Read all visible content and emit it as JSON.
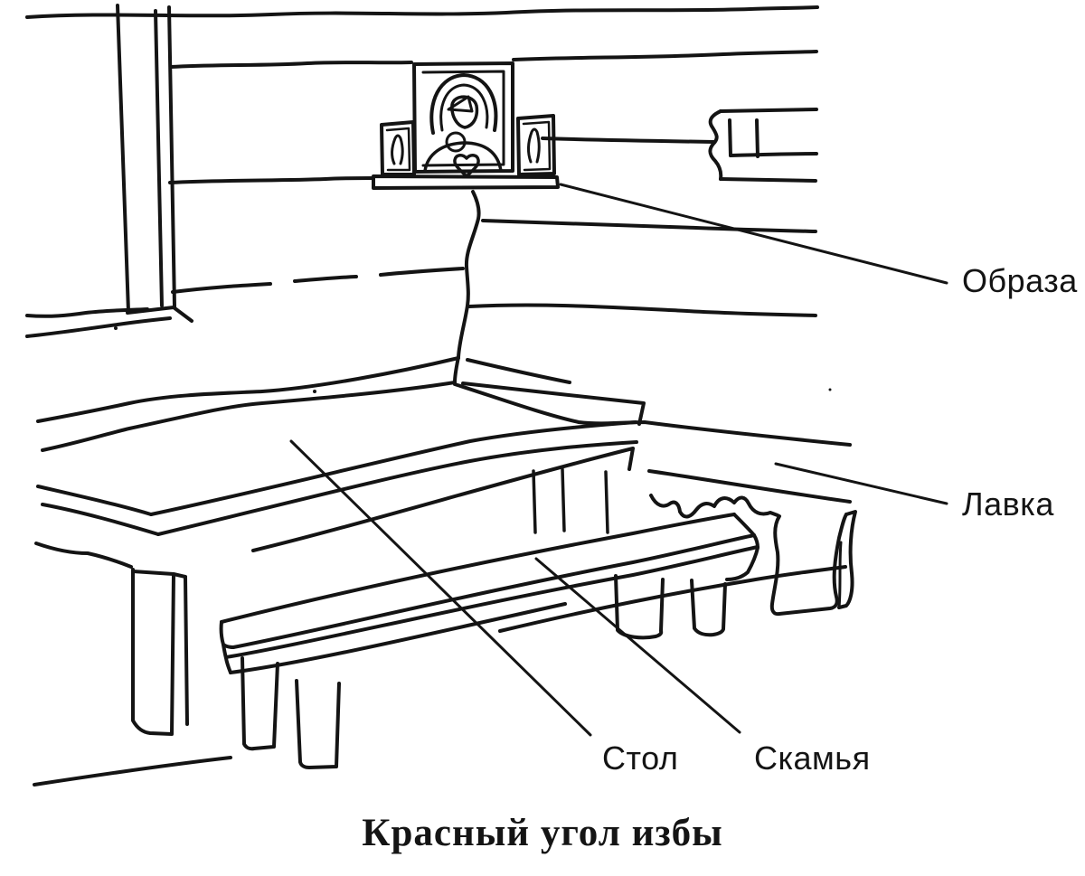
{
  "figure": {
    "caption": "Красный угол избы",
    "labels": {
      "obraza": "Образа",
      "lavka": "Лавка",
      "stol": "Стол",
      "skamya": "Скамья"
    }
  },
  "colors": {
    "ink": "#141414",
    "paper": "#ffffff"
  }
}
